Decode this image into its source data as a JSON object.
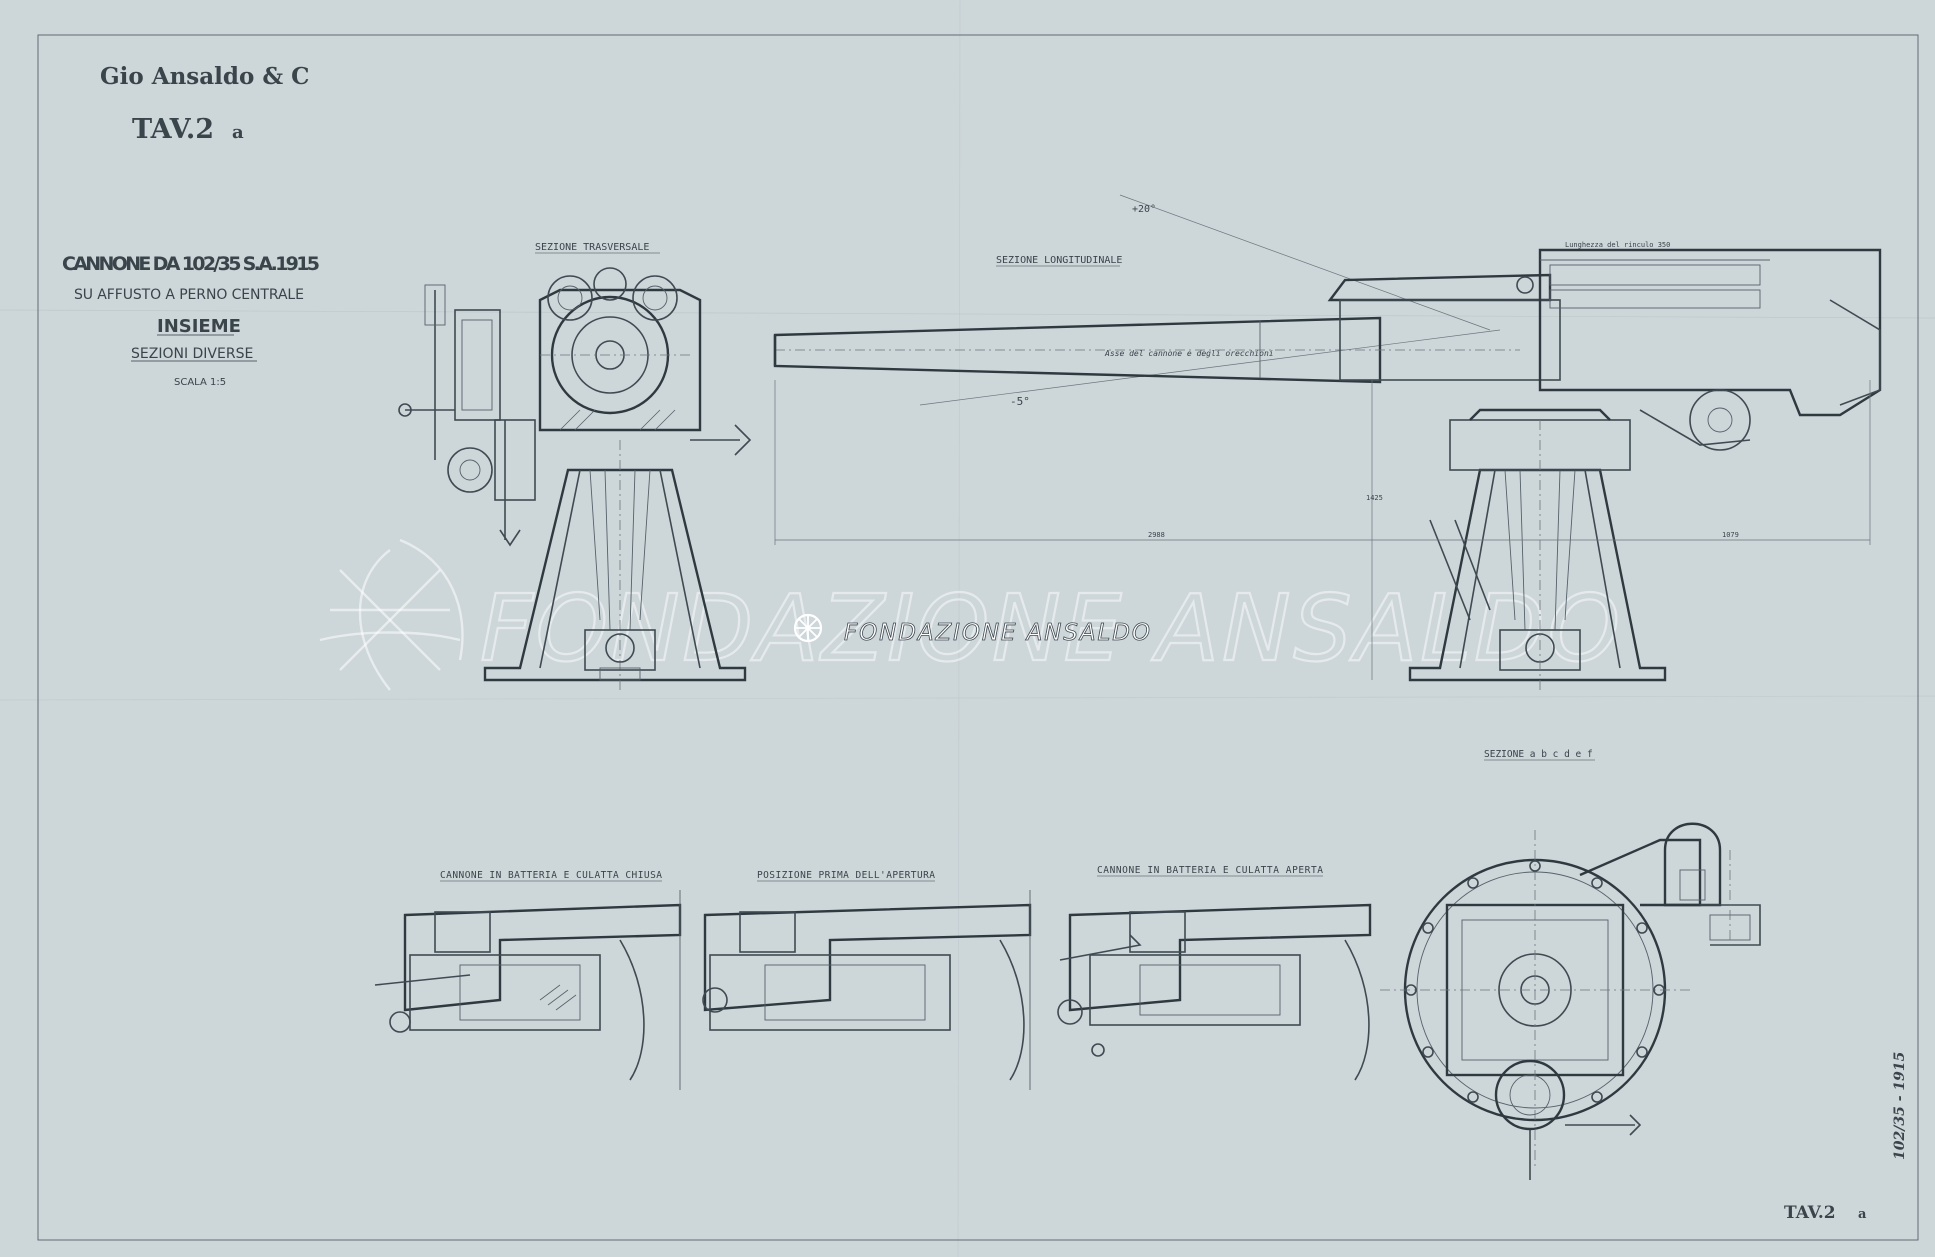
{
  "header": {
    "company": "Gio Ansaldo & C",
    "plate": "TAV.2",
    "plate_suffix": "a"
  },
  "title_block": {
    "line1": "CANNONE DA 102/35 S.A.1915",
    "line2": "SU AFFUSTO A PERNO CENTRALE",
    "line3": "INSIEME",
    "line4": "SEZIONI DIVERSE",
    "line5": "SCALA 1:5"
  },
  "labels": {
    "transverse": "SEZIONE TRASVERSALE",
    "longitudinal": "SEZIONE LONGITUDINALE",
    "abcdef": "SEZIONE a b c d e f",
    "breech_closed": "CANNONE IN BATTERIA E CULATTA CHIUSA",
    "before_opening": "POSIZIONE PRIMA DELL'APERTURA",
    "breech_open": "CANNONE IN BATTERIA E CULATTA APERTA",
    "angle_up": "+20°",
    "angle_down": "-5°",
    "axis_note": "Asse del cannone e degli orecchioni",
    "dim_left": "2988",
    "dim_right": "1079",
    "dim_vertical": "1425",
    "top_note": "Lunghezza del rinculo 350"
  },
  "watermark": {
    "text": "FONDAZIONE ANSALDO",
    "small": "FONDAZIONE ANSALDO"
  },
  "margin_note": "102/35 - 1915",
  "footer": {
    "plate": "TAV.2",
    "plate_suffix": "a"
  },
  "colors": {
    "paper": "#cdd6d9",
    "ink": "#3f4a52"
  }
}
